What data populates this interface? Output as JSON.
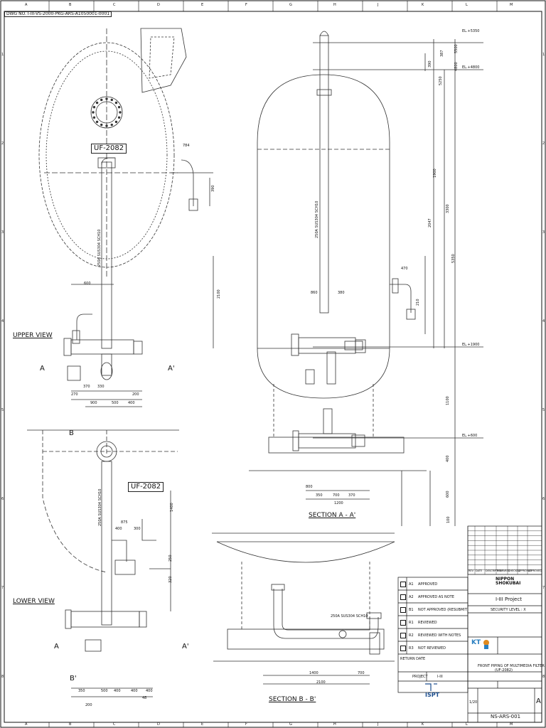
{
  "drawing_no": "DWG NO. I-III-VS-2000-PKG-ARS-A1050001-0001",
  "border": {
    "columns": [
      "A",
      "B",
      "C",
      "D",
      "E",
      "F",
      "G",
      "H",
      "J",
      "K",
      "L",
      "M"
    ],
    "rows": [
      "1",
      "2",
      "3",
      "4",
      "5",
      "6",
      "7",
      "8"
    ]
  },
  "views": {
    "upper_view": "UPPER VIEW",
    "lower_view": "LOWER VIEW",
    "section_aa": "SECTION A - A'",
    "section_bb": "SECTION B - B'",
    "tag_upper": "UF-2082",
    "tag_lower": "UF-2082",
    "cut_a": "A",
    "cut_a_prime": "A'",
    "cut_b": "B",
    "cut_b_prime": "B'"
  },
  "pipe_labels": {
    "riser_upper": "250A SUS304 SCH10",
    "riser_aa": "250A SUS304 SCH10",
    "riser_lower": "250A SUS304 SCH10",
    "hor_bb": "250A SUS304 SCH10"
  },
  "dims_upper": [
    "370",
    "330",
    "270",
    "900",
    "500",
    "400",
    "200",
    "2100",
    "390",
    "784",
    "600"
  ],
  "dims_lower": [
    "875",
    "300",
    "400",
    "1400",
    "200",
    "500",
    "350",
    "400",
    "400",
    "400",
    "48",
    "320",
    "250"
  ],
  "dims_aa": [
    "5250",
    "5500",
    "4800",
    "390",
    "387",
    "3300",
    "2047",
    "5350",
    "1100",
    "1900",
    "400",
    "600",
    "350",
    "700",
    "370",
    "800",
    "1200",
    "860",
    "380",
    "210",
    "100",
    "470"
  ],
  "elevations": [
    "EL.+5350",
    "EL.+4800",
    "EL.+1900",
    "EL.+600"
  ],
  "dims_bb": [
    "1400",
    "700",
    "2100"
  ],
  "status_list": [
    {
      "code": "A1",
      "text": "APPROVED"
    },
    {
      "code": "A2",
      "text": "APPROVED AS NOTE"
    },
    {
      "code": "B1",
      "text": "NOT APPROVED (RESUBMIT)"
    },
    {
      "code": "R1",
      "text": "REVIEWED"
    },
    {
      "code": "R2",
      "text": "REVIEWED WITH NOTES"
    },
    {
      "code": "R3",
      "text": "NOT REVIEWED"
    }
  ],
  "status_return": "RETURN DATE",
  "status_foot": [
    "PROJECT",
    "I-III"
  ],
  "title_block": {
    "client": "NIPPON SHOKUBAI",
    "project": "I-III Project",
    "security": "SECURITY LEVEL : X",
    "company": "KT",
    "subtitle": "FRONT PIPING OF MULTIMEDIA FILTER",
    "subtitle2": "(UF-2082)",
    "logo_text": "ISPT",
    "doc_no": "NS-ARS-001",
    "rev": "A",
    "scale": "1/20",
    "rev_headers": [
      "REV",
      "DATE",
      "DESCRIPTION",
      "PREPARED",
      "CHECKED",
      "APPROVED",
      "APPROVED"
    ]
  }
}
